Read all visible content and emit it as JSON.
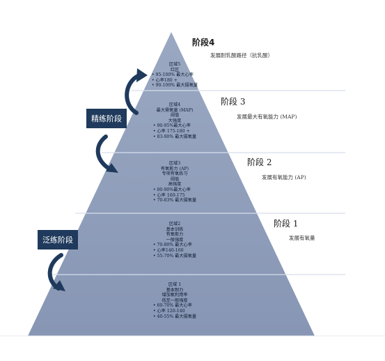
{
  "stages": [
    {
      "title": "阶段4",
      "desc": "发展耐乳酸路径（抗乳酸）"
    },
    {
      "title": "阶段 3",
      "desc": "发展最大有氧能力 (MAP)"
    },
    {
      "title": "阶段 2",
      "desc": "发展有氧能力 (AP)"
    },
    {
      "title": "阶段 1",
      "desc": "发展有氧量"
    }
  ],
  "zones": [
    {
      "lines": [
        "区域5",
        "红区"
      ],
      "bullets": [
        "95-100% 最大心率",
        "心率180 +",
        "90-100% 最大摄氧量"
      ]
    },
    {
      "lines": [
        "区域4",
        "最大需氧量 (MAP)",
        "阈值",
        "大强度"
      ],
      "bullets": [
        "90-95%最大心率",
        "心率 175-180 +",
        "83-90% 最大摄氧量"
      ]
    },
    {
      "lines": [
        "区域3",
        "有氧能力 (AP)",
        "专项有氧练习",
        "阈值",
        "高强度"
      ],
      "bullets": [
        "80-90%最大心率",
        "心率 160-175",
        "70-83% 最大摄氧量"
      ]
    },
    {
      "lines": [
        "区域2",
        "基本训练",
        "有氧能力",
        "一般强度"
      ],
      "bullets": [
        "70-80% 最大心率",
        "心率140-160",
        "55-70% 最大摄氧量"
      ]
    },
    {
      "lines": [
        "区域 1",
        "基本耐力",
        "增加氧利用率",
        "低至一般强度"
      ],
      "bullets": [
        "60-70% 最大心率",
        "心率 120-140",
        "40-55% 最大摄氧量"
      ]
    }
  ],
  "phases": {
    "upper": "精练阶段",
    "lower": "泛练阶段"
  },
  "colors": {
    "pyramid": "#8c9bb8",
    "divider": "#cdd6e6",
    "box": "#1f3a5c",
    "arrow": "#1f3a5c"
  }
}
